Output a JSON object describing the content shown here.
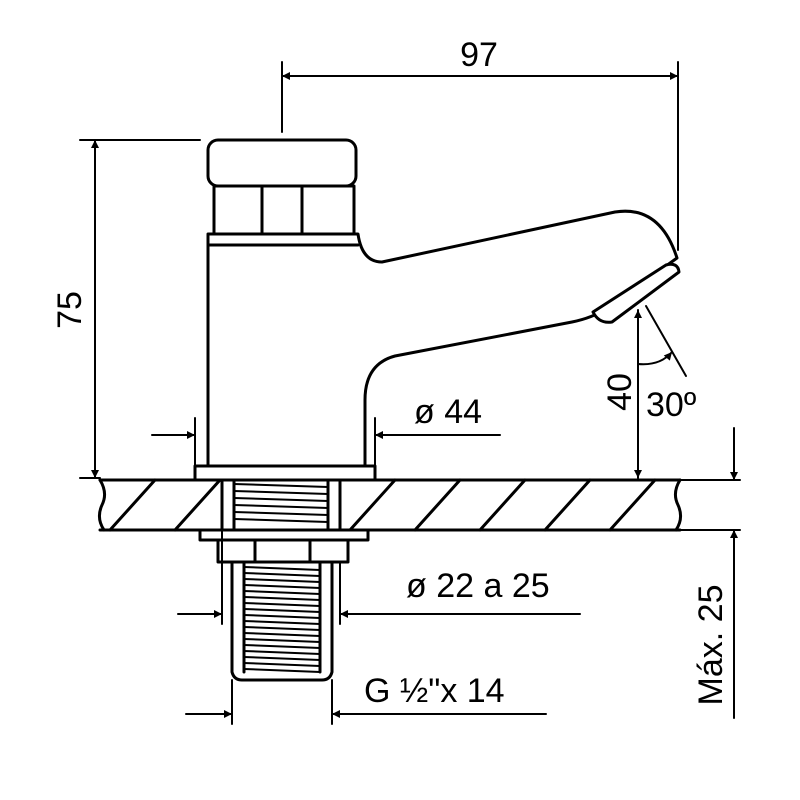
{
  "dimensions": {
    "overall_length": "97",
    "overall_height": "75",
    "spout_height": "40",
    "spout_angle": "30º",
    "base_diameter": "ø 44",
    "hole_diameter": "ø 22 a 25",
    "thread": "G ½\"x 14",
    "max_thickness": "Máx. 25"
  }
}
